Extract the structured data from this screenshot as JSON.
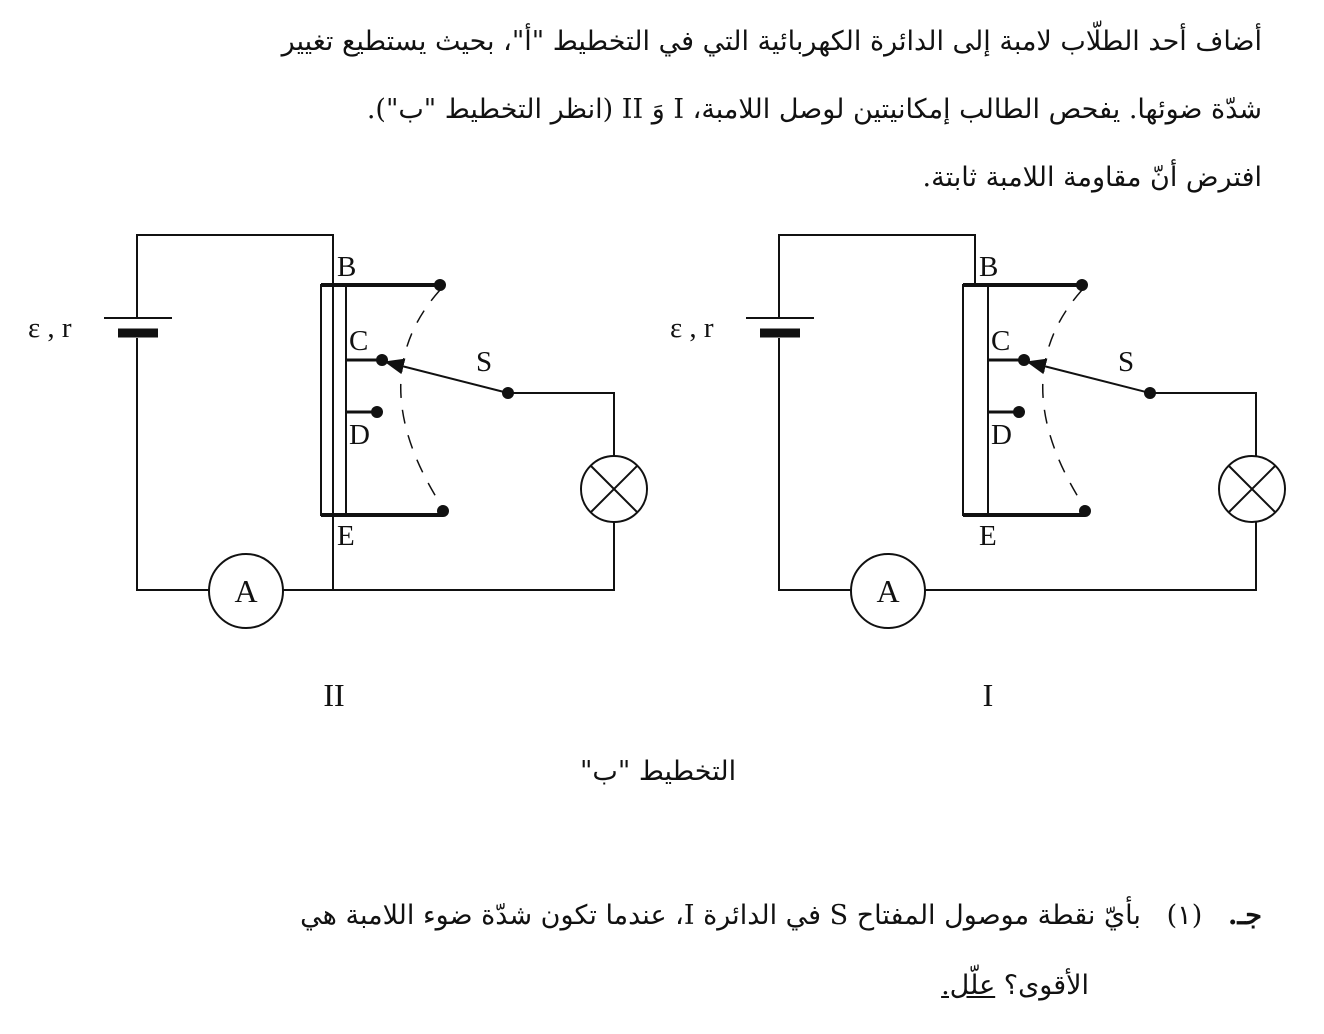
{
  "intro": {
    "line1": "أضاف أحد الطلّاب لامبة إلى الدائرة الكهربائية التي في التخطيط \"أ\"، بحيث يستطيع تغيير",
    "line2": "شدّة ضوئها.  يفحص الطالب إمكانيتين لوصل اللامبة، I وَ II  (انظر التخطيط \"ب\").",
    "line3": "افترض أنّ مقاومة اللامبة ثابتة."
  },
  "diagram": {
    "caption": "التخطيط \"ب\"",
    "circuits": [
      {
        "id": "II",
        "label": "II",
        "battery_label": "ε , r",
        "ammeter": "A",
        "points": [
          "B",
          "C",
          "D",
          "E"
        ],
        "switch": "S"
      },
      {
        "id": "I",
        "label": "I",
        "battery_label": "ε , r",
        "ammeter": "A",
        "points": [
          "B",
          "C",
          "D",
          "E"
        ],
        "switch": "S"
      }
    ]
  },
  "question": {
    "letter": "جـ.",
    "number": "(١)",
    "line1": "بأيّ نقطة موصول المفتاح  S  في الدائرة  I، عندما تكون شدّة ضوء اللامبة هي",
    "line2": "الأقوى؟",
    "instruction": "علّل."
  }
}
